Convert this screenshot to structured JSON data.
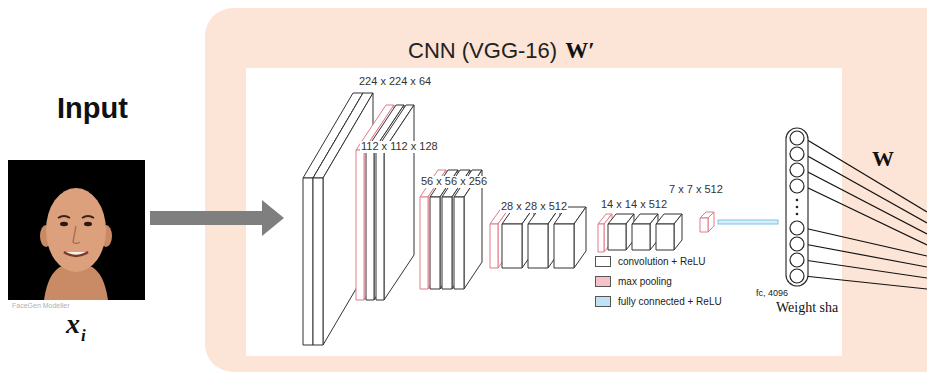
{
  "diagram": {
    "nodes": [
      {
        "text": [
          "CNN (VGG-16)",
          "W′"
        ]
      }
    ],
    "labels": [
      "Input",
      "FaceGen Modeller",
      "x",
      "i",
      "224 x 224 x 64",
      "112 x 112 x 128",
      "56 x 56 x 256",
      "28 x 28 x 512",
      "14 x 14 x 512",
      "7 x 7 x 512",
      "fc, 4096",
      "W",
      "Weight sha"
    ],
    "legend": [
      {
        "text": "convolution + ReLU",
        "color": "#ffffff"
      },
      {
        "text": "max pooling",
        "color": "#f6c1c8"
      },
      {
        "text": "fully connected + ReLU",
        "color": "#bfe3f5"
      }
    ]
  }
}
